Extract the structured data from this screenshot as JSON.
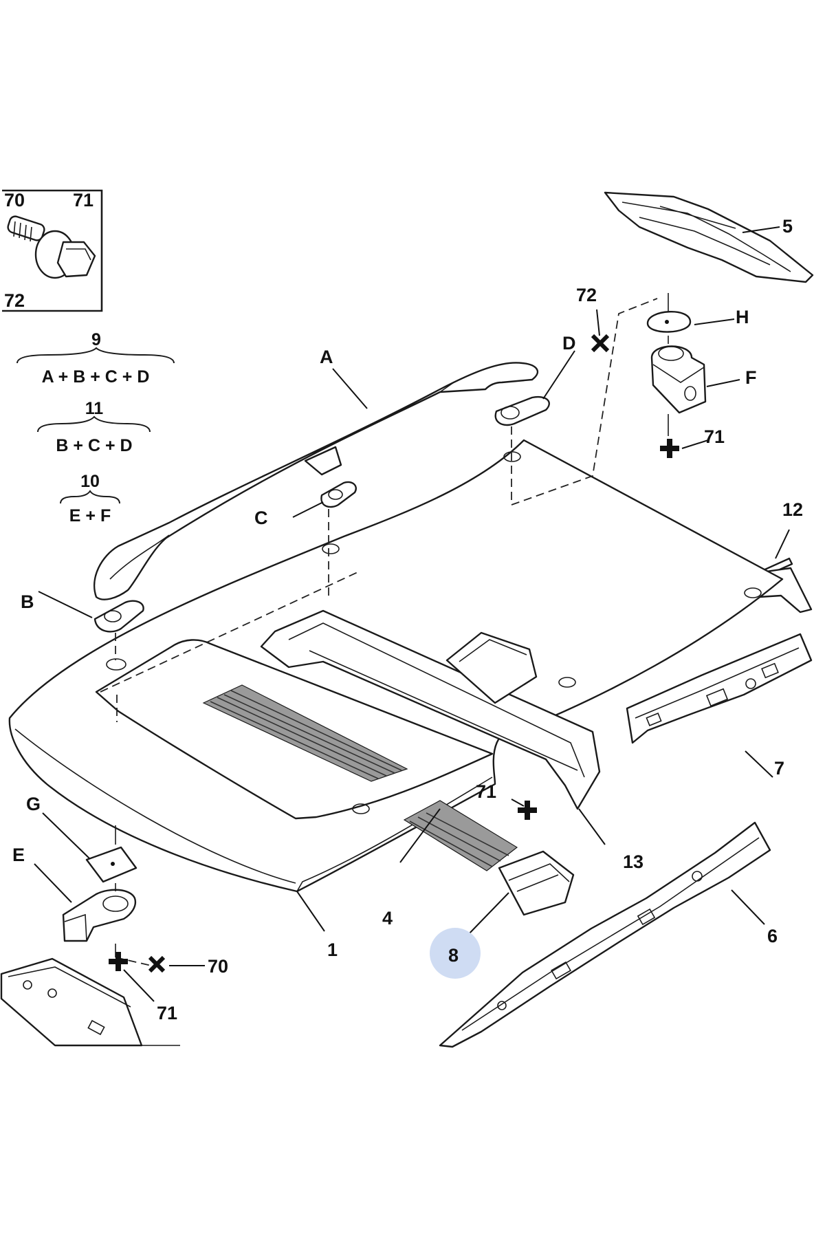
{
  "callouts": {
    "n70": "70",
    "n71": "71",
    "n72": "72",
    "n1": "1",
    "n4": "4",
    "n5": "5",
    "n6": "6",
    "n7": "7",
    "n8": "8",
    "n12": "12",
    "n13": "13",
    "A": "A",
    "B": "B",
    "C": "C",
    "D": "D",
    "E": "E",
    "F": "F",
    "G": "G",
    "H": "H"
  },
  "fastener_box": {
    "left": "70",
    "right": "71",
    "bottom": "72"
  },
  "kits": [
    {
      "number": "9",
      "contents": "A + B + C + D"
    },
    {
      "number": "11",
      "contents": "B + C + D"
    },
    {
      "number": "10",
      "contents": "E + F"
    }
  ],
  "colors": {
    "line": "#1a1a1a",
    "highlight": "#cfdcf3",
    "background": "#ffffff"
  }
}
